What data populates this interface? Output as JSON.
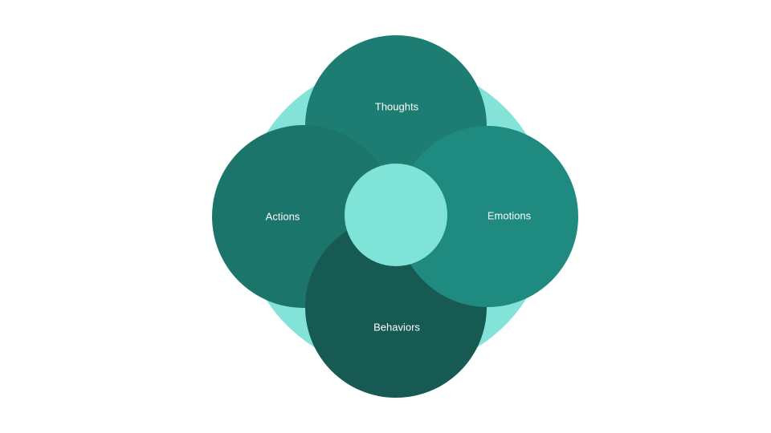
{
  "diagram": {
    "nodes": [
      {
        "id": "thoughts",
        "label": "Thoughts",
        "color": "#1e7d72"
      },
      {
        "id": "actions",
        "label": "Actions",
        "color": "#1b756b"
      },
      {
        "id": "behaviors",
        "label": "Behaviors",
        "color": "#165a53"
      },
      {
        "id": "emotions",
        "label": "Emotions",
        "color": "#1f8a80"
      }
    ],
    "background_color": "#84e3d8",
    "center_color": "#80e3d7"
  }
}
